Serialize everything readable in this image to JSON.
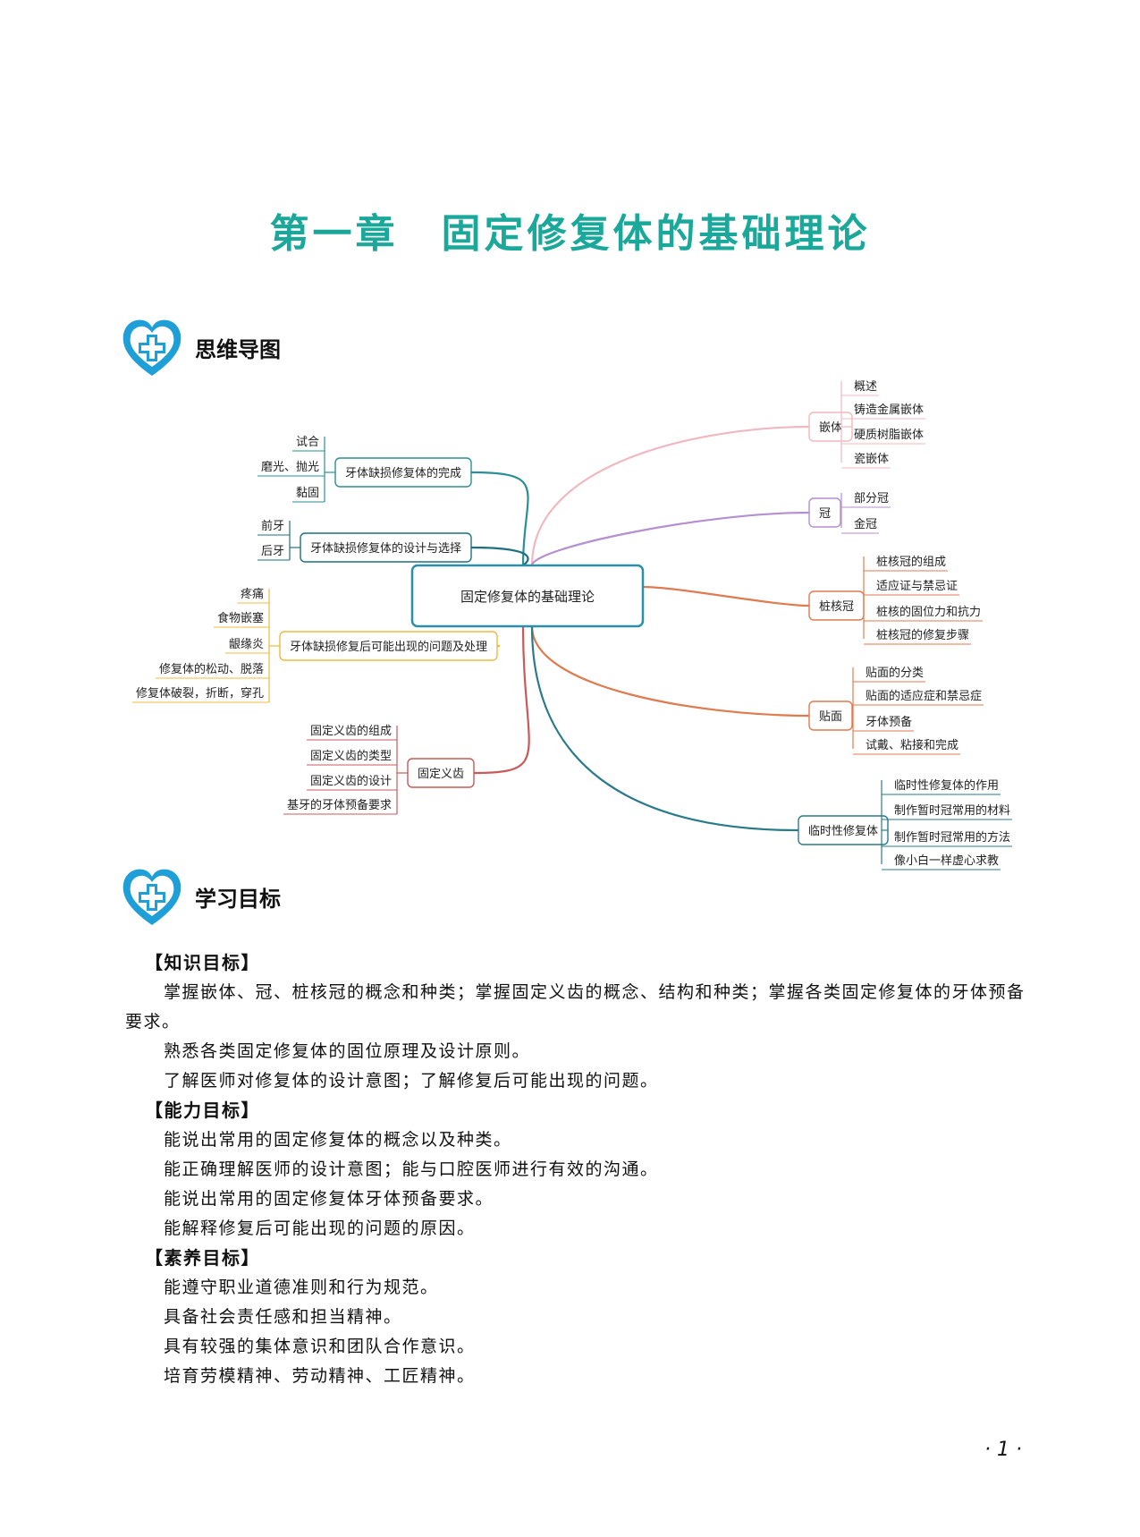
{
  "chapter_title": "第一章　固定修复体的基础理论",
  "sections": {
    "mindmap_label": "思维导图",
    "objectives_label": "学习目标"
  },
  "mindmap": {
    "center": "固定修复体的基础理论",
    "right_branches": [
      {
        "label": "嵌体",
        "color": "#f0b8c0",
        "children": [
          "概述",
          "铸造金属嵌体",
          "硬质树脂嵌体",
          "瓷嵌体"
        ]
      },
      {
        "label": "冠",
        "color": "#b58fd0",
        "children": [
          "部分冠",
          "金冠"
        ]
      },
      {
        "label": "桩核冠",
        "color": "#e07a4f",
        "children": [
          "桩核冠的组成",
          "适应证与禁忌证",
          "桩核的固位力和抗力",
          "桩核冠的修复步骤"
        ]
      },
      {
        "label": "贴面",
        "color": "#e07a4f",
        "children": [
          "贴面的分类",
          "贴面的适应症和禁忌症",
          "牙体预备",
          "试戴、粘接和完成"
        ]
      },
      {
        "label": "临时性修复体",
        "color": "#2a7a8a",
        "children": [
          "临时性修复体的作用",
          "制作暂时冠常用的材料",
          "制作暂时冠常用的方法",
          "像小白一样虚心求教"
        ]
      }
    ],
    "left_branches": [
      {
        "label": "牙体缺损修复体的完成",
        "color": "#2a8f96",
        "children": [
          "试合",
          "磨光、抛光",
          "黏固"
        ]
      },
      {
        "label": "牙体缺损修复体的设计与选择",
        "color": "#1f6f80",
        "children": [
          "前牙",
          "后牙"
        ]
      },
      {
        "label": "牙体缺损修复后可能出现的问题及处理",
        "color": "#f0b840",
        "children": [
          "疼痛",
          "食物嵌塞",
          "龈缘炎",
          "修复体的松动、脱落",
          "修复体破裂，折断，穿孔"
        ]
      },
      {
        "label": "固定义齿",
        "color": "#c85a5a",
        "children": [
          "固定义齿的组成",
          "固定义齿的类型",
          "固定义齿的设计",
          "基牙的牙体预备要求"
        ]
      }
    ]
  },
  "objectives": [
    {
      "type": "head",
      "text": "【知识目标】"
    },
    {
      "type": "line",
      "text": "掌握嵌体、冠、桩核冠的概念和种类；掌握固定义齿的概念、结构和种类；掌握各类固定修复体的牙体预备要求。"
    },
    {
      "type": "line",
      "text": "熟悉各类固定修复体的固位原理及设计原则。"
    },
    {
      "type": "line",
      "text": "了解医师对修复体的设计意图；了解修复后可能出现的问题。"
    },
    {
      "type": "head",
      "text": "【能力目标】"
    },
    {
      "type": "line",
      "text": "能说出常用的固定修复体的概念以及种类。"
    },
    {
      "type": "line",
      "text": "能正确理解医师的设计意图；能与口腔医师进行有效的沟通。"
    },
    {
      "type": "line",
      "text": "能说出常用的固定修复体牙体预备要求。"
    },
    {
      "type": "line",
      "text": "能解释修复后可能出现的问题的原因。"
    },
    {
      "type": "head",
      "text": "【素养目标】"
    },
    {
      "type": "line",
      "text": "能遵守职业道德准则和行为规范。"
    },
    {
      "type": "line",
      "text": "具备社会责任感和担当精神。"
    },
    {
      "type": "line",
      "text": "具有较强的集体意识和团队合作意识。"
    },
    {
      "type": "line",
      "text": "培育劳模精神、劳动精神、工匠精神。"
    }
  ],
  "page_number": "· 1 ·",
  "colors": {
    "accent": "#1aa89a",
    "heart": "#1e9fd8",
    "center_border": "#2a8fa8"
  }
}
